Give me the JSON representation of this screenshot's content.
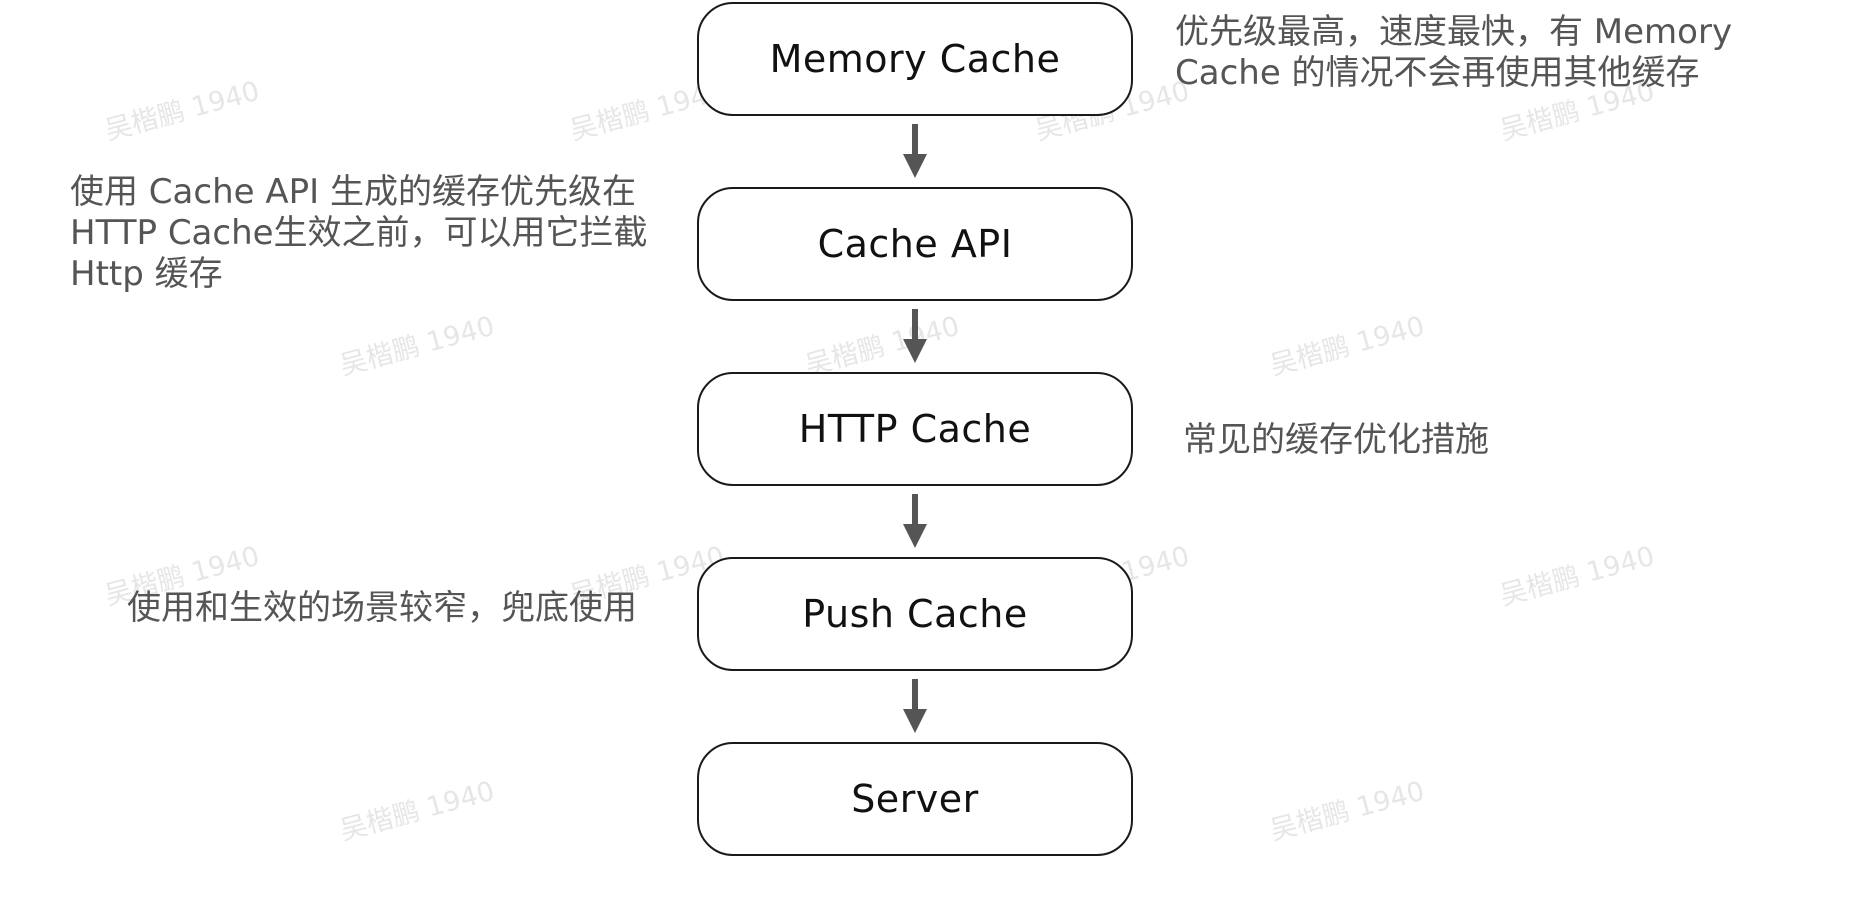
{
  "diagram": {
    "nodes": [
      {
        "id": "memory-cache",
        "label": "Memory Cache"
      },
      {
        "id": "cache-api",
        "label": "Cache API"
      },
      {
        "id": "http-cache",
        "label": "HTTP Cache"
      },
      {
        "id": "push-cache",
        "label": "Push Cache"
      },
      {
        "id": "server",
        "label": "Server"
      }
    ],
    "edges": [
      {
        "from": "memory-cache",
        "to": "cache-api"
      },
      {
        "from": "cache-api",
        "to": "http-cache"
      },
      {
        "from": "http-cache",
        "to": "push-cache"
      },
      {
        "from": "push-cache",
        "to": "server"
      }
    ],
    "notes": {
      "memory_cache": "优先级最高，速度最快，有 Memory Cache 的情况不会再使用其他缓存",
      "cache_api": "使用 Cache API 生成的缓存优先级在 HTTP Cache生效之前，可以用它拦截 Http 缓存",
      "http_cache": "常见的缓存优化措施",
      "push_cache": "使用和生效的场景较窄，兜底使用"
    },
    "watermark": "吴楷鹏 1940"
  },
  "colors": {
    "node_border": "#1a1a1a",
    "arrow": "#555555",
    "note_text": "#555555",
    "watermark": "#c8c8c8"
  }
}
